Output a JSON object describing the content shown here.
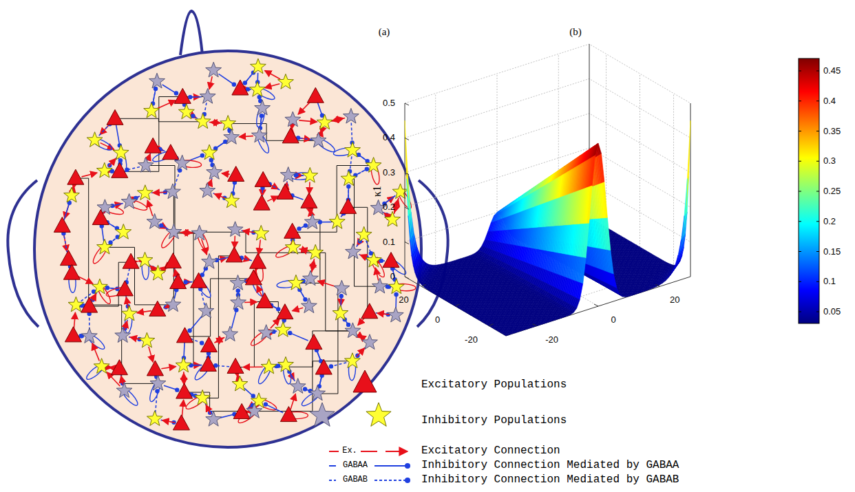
{
  "diagram": {
    "labels": [
      "(a)",
      "(b)",
      "0.5",
      "0.4",
      "0.3",
      "0.2",
      "0.1",
      "0",
      "κ1",
      "20",
      "0",
      "-20",
      "-20",
      "0",
      "20",
      "0.45",
      "0.4",
      "0.35",
      "0.3",
      "0.25",
      "0.2",
      "0.15",
      "0.1",
      "0.05",
      "Ex.",
      "GABAA",
      "GABAB"
    ],
    "legend": [
      {
        "text": "Excitatory Populations"
      },
      {
        "text": "Inhibitory Populations"
      },
      {
        "text": "Excitatory Connection"
      },
      {
        "text": "Inhibitory Connection Mediated by GABAA"
      },
      {
        "text": "Inhibitory Connection Mediated by GABAB"
      }
    ]
  }
}
